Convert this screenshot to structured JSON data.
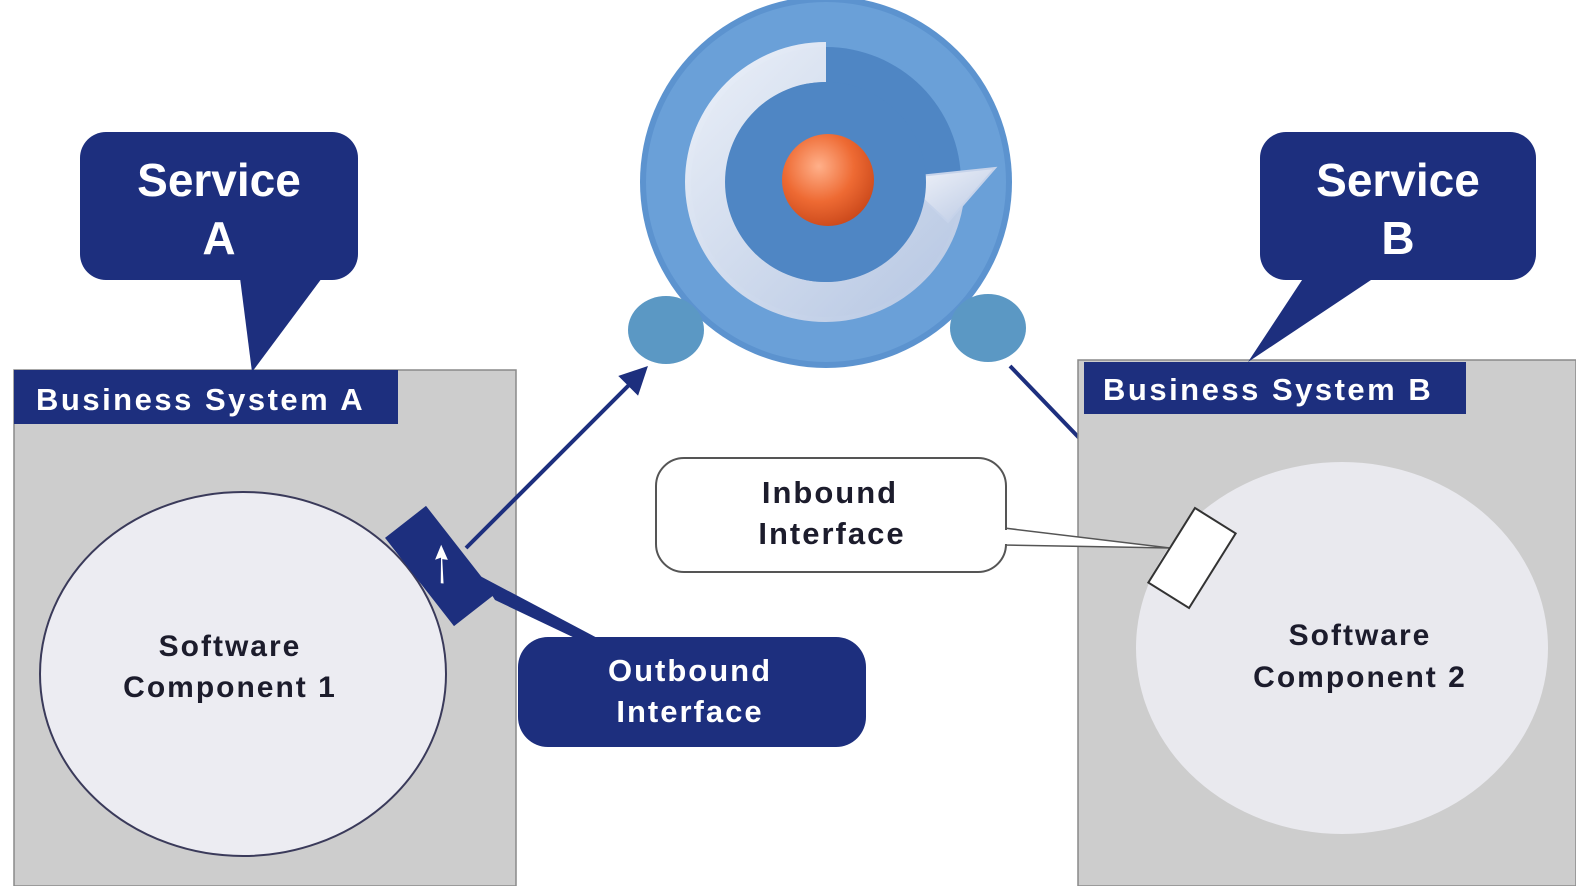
{
  "colors": {
    "navy": "#1d2f7e",
    "system_gray": "#cdcdcd",
    "hub_blue": "#5c93cf",
    "hub_inner": "#4f86c4",
    "node_teal": "#5b98c4",
    "core_orange": "#ee6a33"
  },
  "left": {
    "service_line1": "Service",
    "service_line2": "A",
    "system_label": "Business System A",
    "component_line1": "Software",
    "component_line2": "Component 1",
    "interface_line1": "Outbound",
    "interface_line2": "Interface"
  },
  "right": {
    "service_line1": "Service",
    "service_line2": "B",
    "system_label": "Business System B",
    "component_line1": "Software",
    "component_line2": "Component 2",
    "interface_line1": "Inbound",
    "interface_line2": "Interface"
  },
  "hub": {
    "icon": "integration-hub-icon"
  }
}
